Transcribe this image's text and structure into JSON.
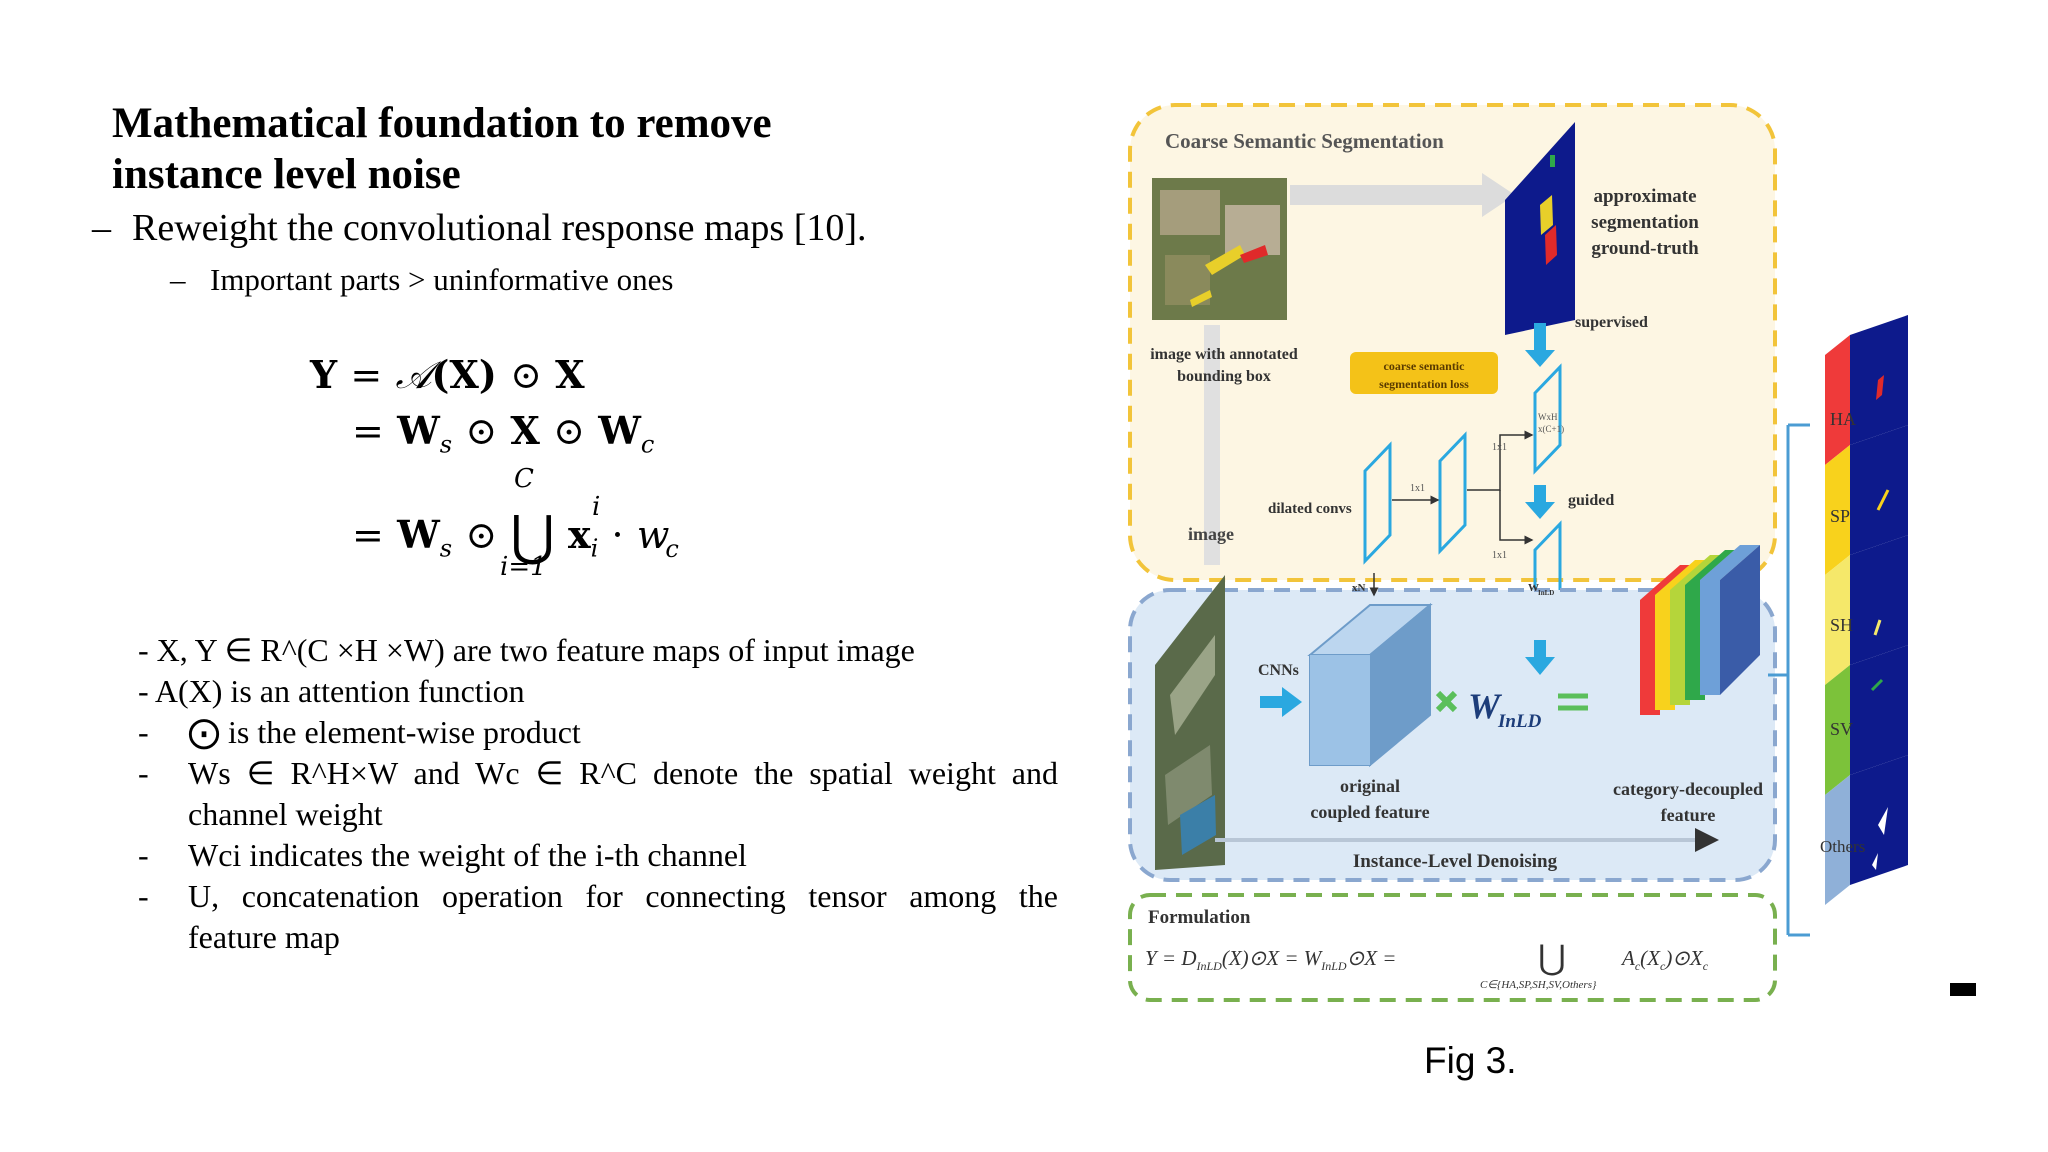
{
  "slide": {
    "title": "Mathematical foundation to remove instance level noise",
    "bullet_main": "Reweight the convolutional response maps [10].",
    "bullet_sub": "Important parts > uninformative ones",
    "bullet_dash": "–"
  },
  "equations": {
    "line1": {
      "lhs": "Y",
      "eq": "=",
      "A": "𝒜",
      "X_in": "(X)",
      "odot": "⊙",
      "X": "X"
    },
    "line2": {
      "eq": "=",
      "Ws": "W",
      "s": "s",
      "odot": "⊙",
      "X": "X",
      "Wc": "W",
      "c": "c"
    },
    "line3": {
      "eq": "=",
      "Ws": "W",
      "s": "s",
      "odot": "⊙",
      "union": "⋃",
      "top": "C",
      "bottom": "i=1",
      "x": "x",
      "i": "i",
      "dot": "·",
      "w": "w",
      "wsup": "i",
      "wsub": "c"
    }
  },
  "description": [
    {
      "prefix": "- ",
      "text": "X, Y ∈ R^(C ×H ×W) are two feature maps of input image"
    },
    {
      "prefix": "- ",
      "text": "A(X)  is an attention function"
    },
    {
      "prefix": "-",
      "text": "⨀ is the element-wise product"
    },
    {
      "prefix": "-",
      "text_line1": "Ws ∈ R^H×W and Wc ∈ R^C denote the spatial weight and",
      "text_line2": "channel weight"
    },
    {
      "prefix": "-",
      "text": "Wci indicates the weight of the i-th channel"
    },
    {
      "prefix": "-",
      "text_line1": "U, concatenation operation for connecting tensor among the",
      "text_line2": "feature map"
    }
  ],
  "figure": {
    "caption": "Fig 3.",
    "panel_top_title": "Coarse Semantic Segmentation",
    "approx_gt": [
      "approximate",
      "segmentation",
      "ground-truth"
    ],
    "supervised": "supervised",
    "image_annotated": [
      "image with annotated",
      "bounding box"
    ],
    "loss_box": [
      "coarse semantic",
      "segmentation loss"
    ],
    "wxh": "WxH",
    "xc1": "x(C+1)",
    "conv_1x1": "1x1",
    "dilated": "dilated convs",
    "guided": "guided",
    "image_label": "image",
    "xN": "xN",
    "w_small": "W",
    "w_small_sub": "InLD",
    "cnns": "CNNs",
    "original": [
      "original",
      "coupled feature"
    ],
    "w_big": "W",
    "w_big_sub": "InLD",
    "decoupled": [
      "category-decoupled",
      "feature"
    ],
    "denoising": "Instance-Level Denoising",
    "formulation_title": "Formulation",
    "formula": "Y = D",
    "formula_sub1": "InLD",
    "formula_mid": "(X)⊙X = W",
    "formula_sub2": "InLD",
    "formula_end": "⊙X =",
    "formula_union": "⋃",
    "formula_under": "C∈{HA,SP,SH,SV,Others}",
    "formula_right": "A",
    "formula_right_sub": "c",
    "formula_right_tail": "(X",
    "formula_right_sub2": "c",
    "formula_right_tail2": ")⊙X",
    "formula_right_sub3": "c",
    "categories": [
      "HA",
      "SP",
      "SH",
      "SV",
      "Others"
    ],
    "colors": {
      "top_bg": "#fdf6e3",
      "top_border": "#f2c43a",
      "mid_bg": "#dce9f6",
      "mid_border": "#8aa7cf",
      "form_border": "#79b04f",
      "arrow": "#2aa8e0",
      "loss_box": "#f4c218",
      "navy": "#0d1a8c"
    }
  }
}
